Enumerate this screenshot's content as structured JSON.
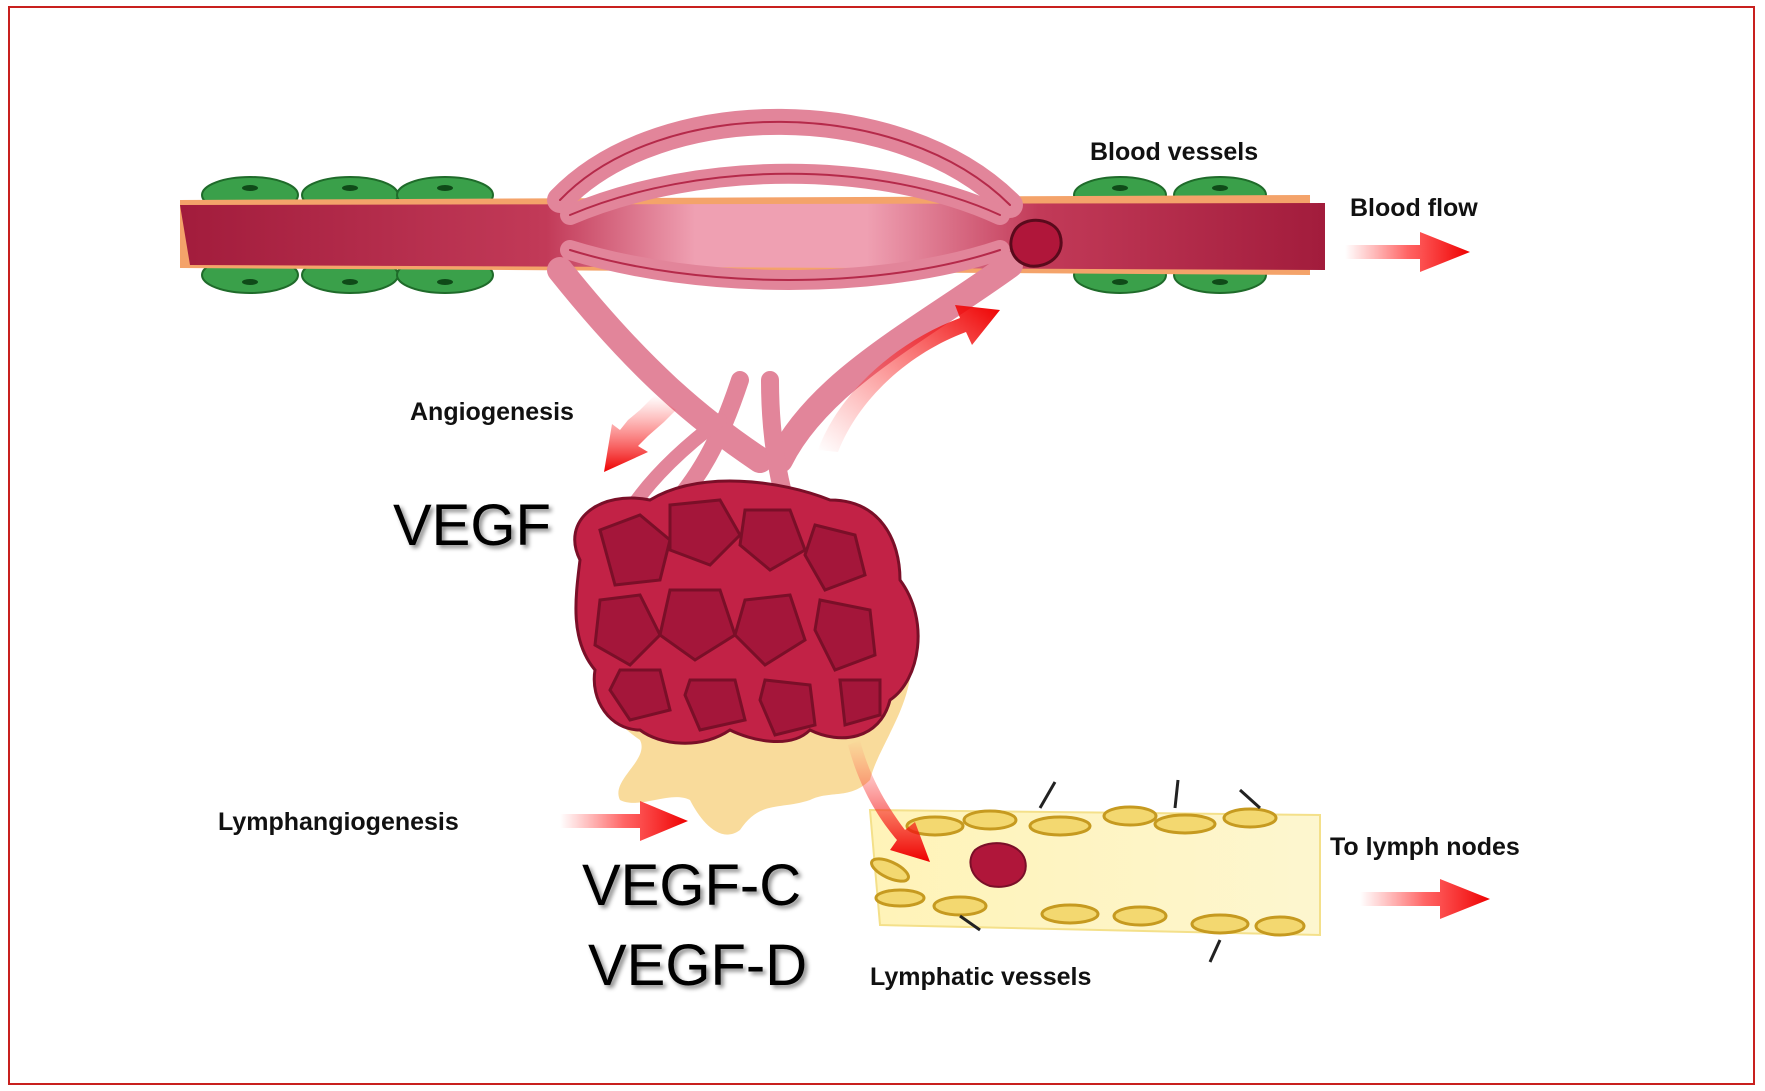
{
  "labels": {
    "blood_vessels": "Blood vessels",
    "blood_flow": "Blood flow",
    "angiogenesis": "Angiogenesis",
    "vegf": "VEGF",
    "lymphangiogenesis": "Lymphangiogenesis",
    "vegf_c": "VEGF-C",
    "vegf_d": "VEGF-D",
    "lymphatic_vessels": "Lymphatic vessels",
    "to_lymph_nodes": "To lymph nodes"
  },
  "colors": {
    "border": "#c8201e",
    "vessel_dark": "#a8203f",
    "vessel_light": "#e98a9e",
    "tumor": "#b0163a",
    "endothelial_green": "#3aa04a",
    "lymph_yellow": "#fbeeb0",
    "lymph_cell": "#e2b43a",
    "stroma": "#f8d58a",
    "arrow_red": "#ee1111"
  }
}
